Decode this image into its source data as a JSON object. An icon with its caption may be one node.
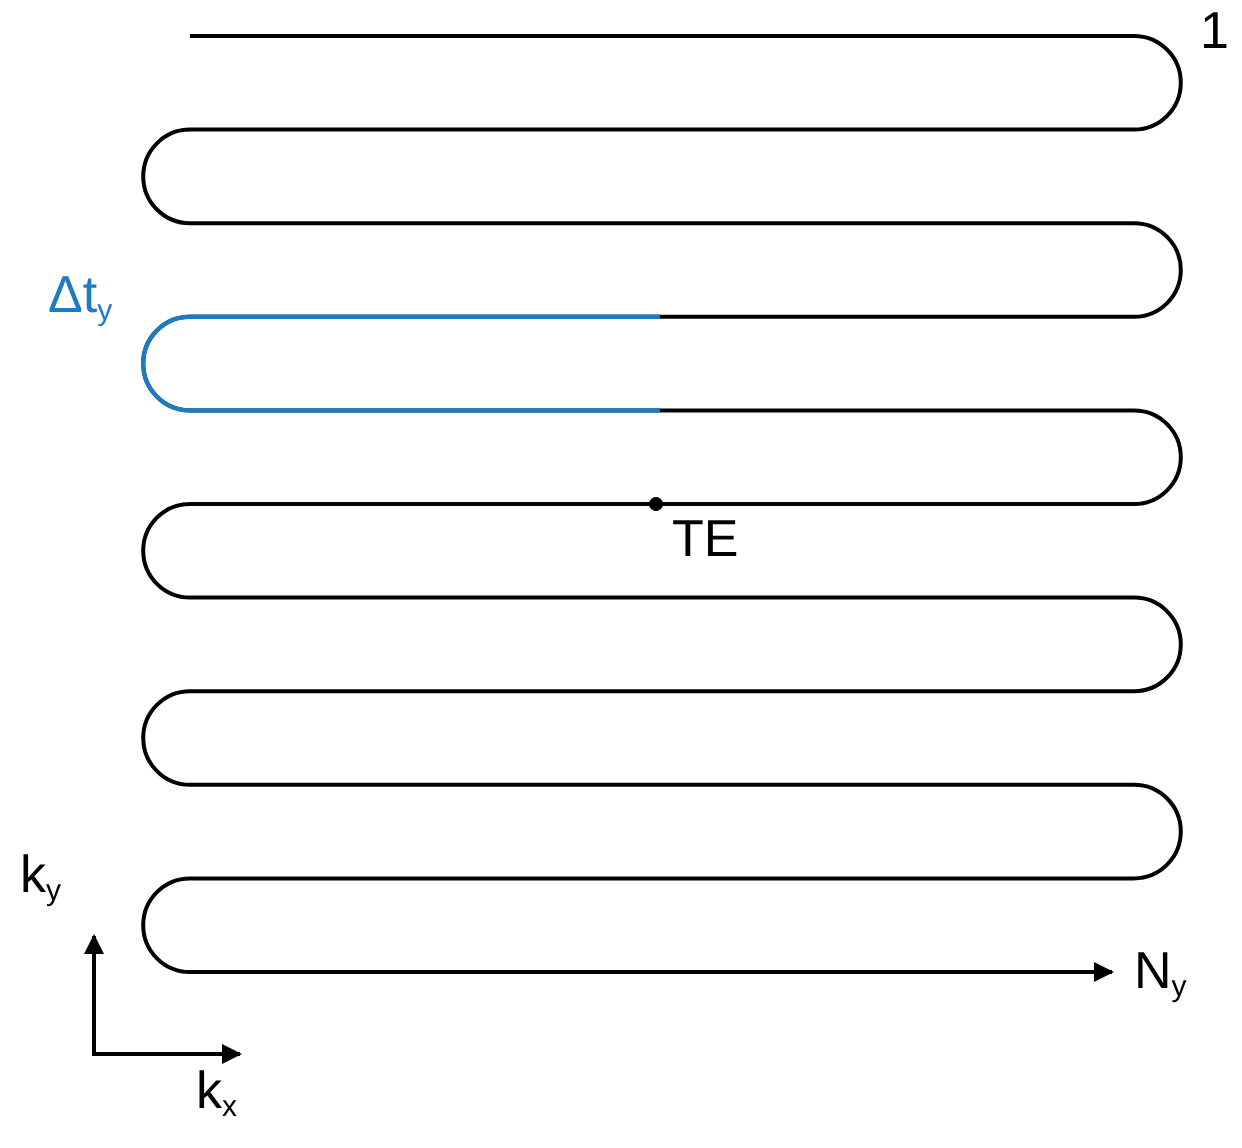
{
  "diagram": {
    "labels": [
      "1",
      "Δt$_{y}$",
      "TE",
      "N$_{y}$",
      "k$_{y}$",
      "k$_{x}$"
    ]
  }
}
